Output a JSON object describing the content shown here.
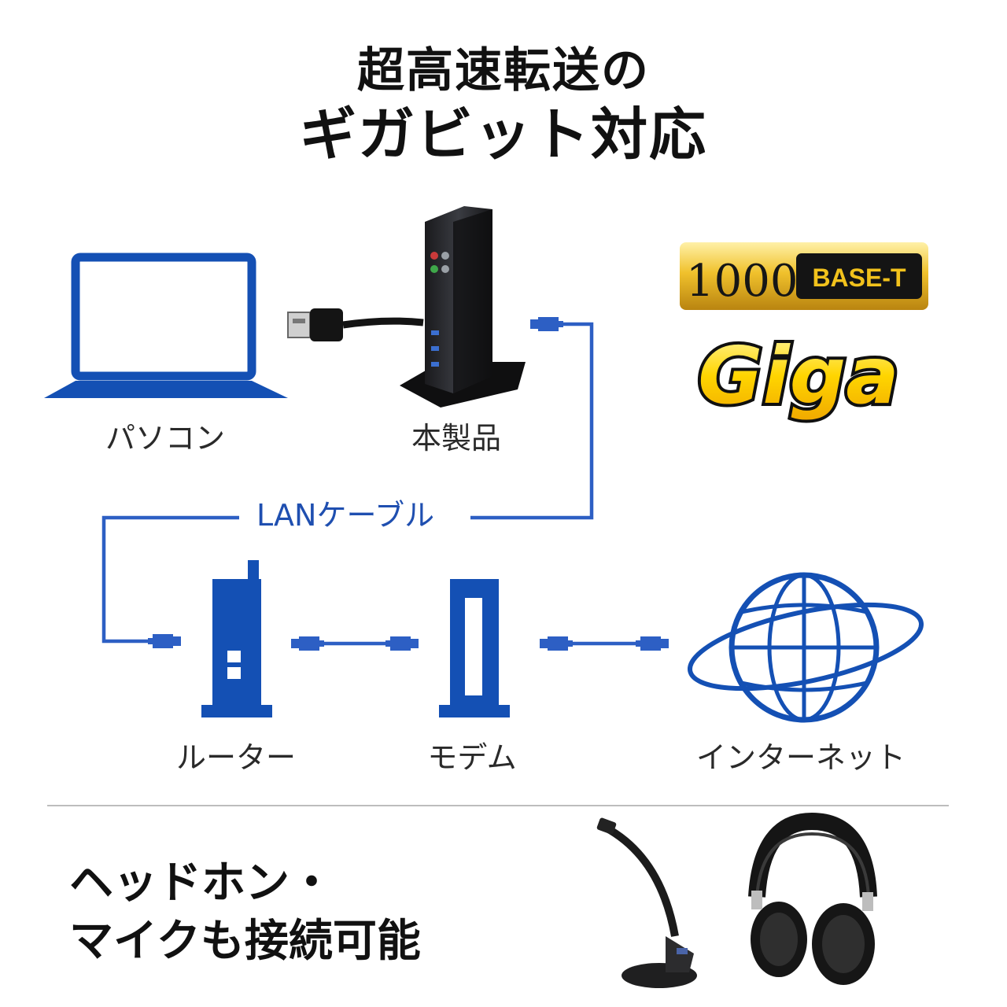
{
  "title": {
    "line1": "超高速転送の",
    "line2": "ギガビット対応"
  },
  "devices": {
    "pc": "パソコン",
    "product": "本製品",
    "router": "ルーター",
    "modem": "モデム",
    "internet": "インターネット"
  },
  "cable_label": "LANケーブル",
  "badge": {
    "number": "1000",
    "base": "BASE-T",
    "giga": "Giga"
  },
  "audio": {
    "line1": "ヘッドホン・",
    "line2": "マイクも接続可能"
  },
  "colors": {
    "line_blue": "#2d5fc4",
    "device_blue": "#1450b4",
    "badge_gold": "#e8b820",
    "giga_yellow": "#ffd800"
  }
}
